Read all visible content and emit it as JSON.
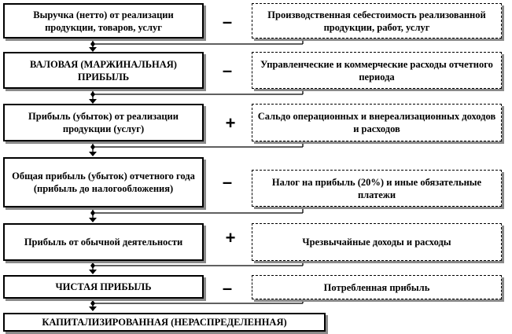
{
  "rows": [
    {
      "left": "Выручка (нетто) от реализации продукции, товаров, услуг",
      "op": "–",
      "right": "Производственная себестоимость реализованной продукции, работ, услуг"
    },
    {
      "left": "ВАЛОВАЯ (МАРЖИНАЛЬНАЯ) ПРИБЫЛЬ",
      "op": "–",
      "right": "Управленческие и коммерческие расходы отчетного периода"
    },
    {
      "left": "Прибыль (убыток) от реализации продукции (услуг)",
      "op": "+",
      "right": "Сальдо операционных и внереализационных доходов и расходов"
    },
    {
      "left": "Общая прибыль (убыток) отчетного года (прибыль до налогообложения)",
      "op": "–",
      "right": "Налог на прибыль (20%) и иные обязательные платежи"
    },
    {
      "left": "Прибыль от обычной деятельности",
      "op": "+",
      "right": "Чрезвычайные доходы и расходы"
    },
    {
      "left": "ЧИСТАЯ ПРИБЫЛЬ",
      "op": "–",
      "right": "Потребленная прибыль"
    }
  ],
  "final": "КАПИТАЛИЗИРОВАННАЯ (НЕРАСПРЕДЕЛЕННАЯ)"
}
